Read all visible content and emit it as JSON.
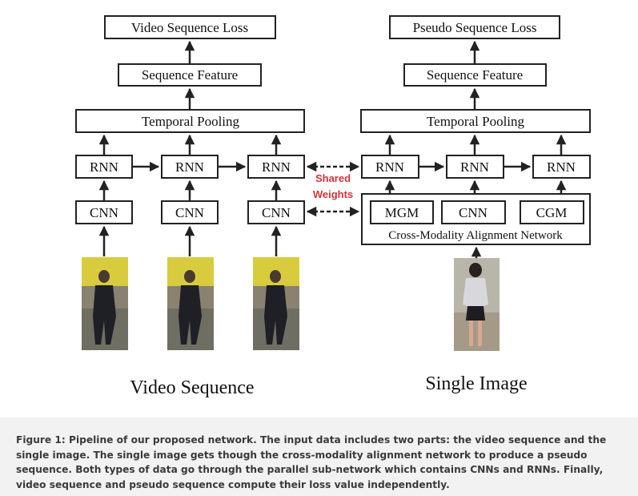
{
  "left": {
    "loss_label": "Video Sequence Loss",
    "feature_label": "Sequence Feature",
    "pooling_label": "Temporal  Pooling",
    "rnn_label": "RNN",
    "cnn_label": "CNN",
    "input_label": "Video Sequence"
  },
  "right": {
    "loss_label": "Pseudo Sequence Loss",
    "feature_label": "Sequence Feature",
    "pooling_label": "Temporal  Pooling",
    "rnn_label": "RNN",
    "mgm_label": "MGM",
    "cnn_label": "CNN",
    "cgm_label": "CGM",
    "network_label": "Cross-Modality Alignment Network",
    "input_label": "Single Image"
  },
  "shared": {
    "line1": "Shared",
    "line2": "Weights",
    "color": "#d0343a"
  },
  "caption": "Figure 1: Pipeline of our proposed network. The input data includes two parts: the video sequence and the single image. The single image gets though the cross-modality alignment network to produce a pseudo sequence. Both types of data go through the parallel sub-network which contains CNNs and RNNs. Finally, video sequence and pseudo sequence compute their loss value independently."
}
